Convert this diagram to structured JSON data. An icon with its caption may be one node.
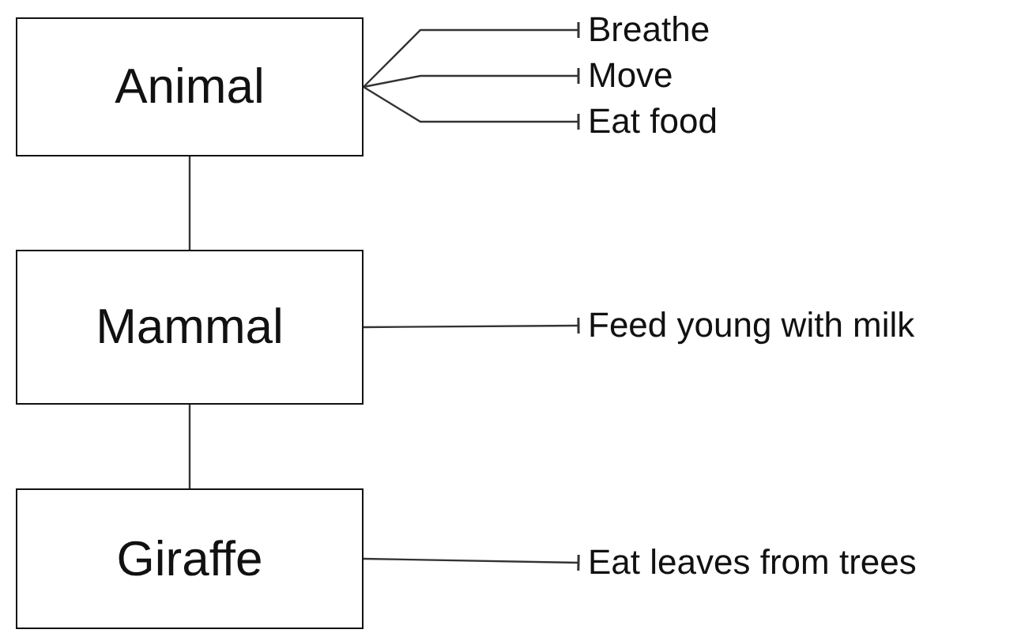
{
  "diagram": {
    "nodes": [
      {
        "text": [
          "Animal"
        ]
      },
      {
        "text": [
          "Mammal"
        ]
      },
      {
        "text": [
          "Giraffe"
        ]
      },
      {
        "text": [
          "Breathe"
        ]
      },
      {
        "text": [
          "Move"
        ]
      },
      {
        "text": [
          "Eat food"
        ]
      },
      {
        "text": [
          "Feed young with milk"
        ]
      },
      {
        "text": [
          "Eat leaves from trees"
        ]
      }
    ],
    "edges": [
      {
        "from": 0,
        "to": 1,
        "arrow": "none"
      },
      {
        "from": 1,
        "to": 2,
        "arrow": "none"
      },
      {
        "from": 0,
        "to": 3,
        "arrow": "other"
      },
      {
        "from": 0,
        "to": 4,
        "arrow": "other"
      },
      {
        "from": 0,
        "to": 5,
        "arrow": "other"
      },
      {
        "from": 1,
        "to": 6,
        "arrow": "other"
      },
      {
        "from": 2,
        "to": 7,
        "arrow": "other"
      }
    ]
  }
}
